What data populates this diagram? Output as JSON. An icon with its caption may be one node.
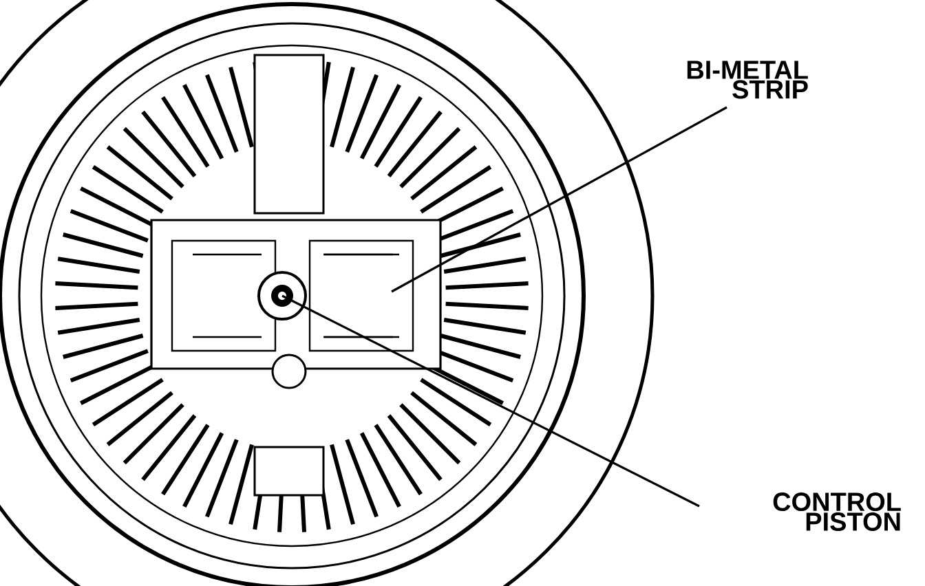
{
  "diagram": {
    "nodes": [
      {
        "text": [
          "BI-METAL STRIP"
        ]
      },
      {
        "text": [],
        "shape": "box"
      },
      {
        "text": [
          "CONTROL PISTON"
        ]
      },
      {
        "text": [],
        "shape": "circle"
      }
    ],
    "edges": [
      {
        "from": 0,
        "to": 1,
        "arrow": "none"
      },
      {
        "from": 2,
        "to": 3,
        "arrow": "none"
      }
    ]
  }
}
